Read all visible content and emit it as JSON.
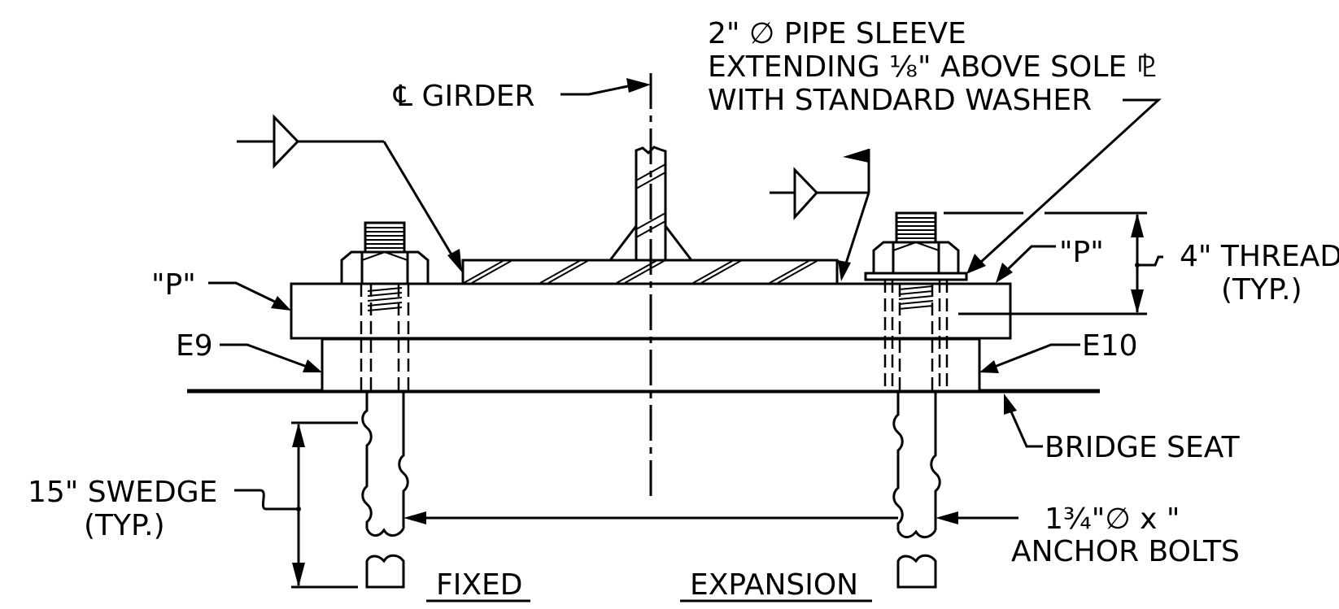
{
  "labels": {
    "centerline_girder": "℄ GIRDER",
    "pipe_sleeve_line1": "2\" ∅ PIPE SLEEVE",
    "pipe_sleeve_line2": "EXTENDING ⅛\" ABOVE SOLE ⅊",
    "pipe_sleeve_line3": "WITH STANDARD WASHER",
    "p_left": "\"P\"",
    "p_right": "\"P\"",
    "e9": "E9",
    "e10": "E10",
    "thread_line1": "4\" THREAD",
    "thread_line2": "(TYP.)",
    "bridge_seat": "BRIDGE SEAT",
    "swedge_line1": "15\" SWEDGE",
    "swedge_line2": "(TYP.)",
    "anchor_line1": "1¾\"∅ x    \"",
    "anchor_line2": "ANCHOR BOLTS",
    "fixed": "FIXED",
    "expansion": "EXPANSION"
  },
  "weld_symbols": {
    "left": "fillet-weld-symbol",
    "right": "field-fillet-weld-symbol"
  },
  "colors": {
    "line": "#000000",
    "background": "#ffffff"
  }
}
